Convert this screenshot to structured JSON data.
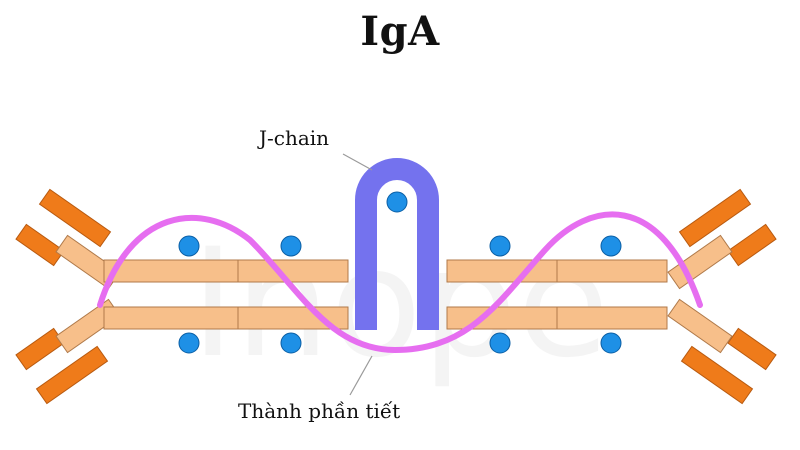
{
  "title": "IgA",
  "labels": {
    "j_chain": "J-chain",
    "secretory_component": "Thành phần tiết"
  },
  "watermark": "Inope",
  "colors": {
    "heavy_chain": "#f7bf8a",
    "light_chain": "#ef7b1a",
    "secretory_component": "#e66ef0",
    "j_chain": "#7472ee",
    "disulfide_dot": "#1e90e6"
  }
}
